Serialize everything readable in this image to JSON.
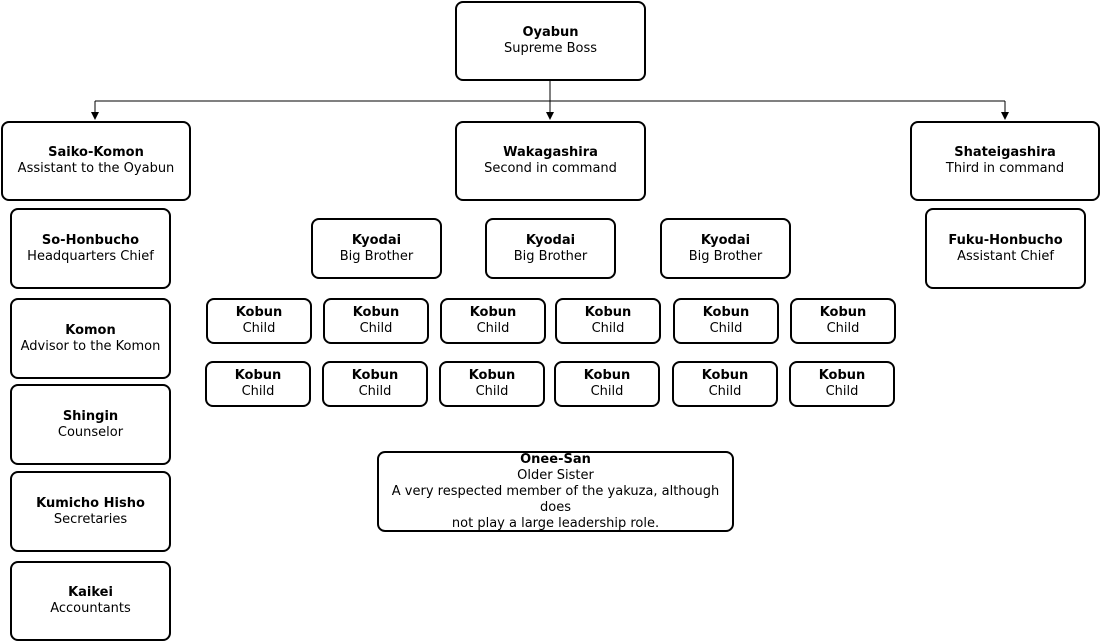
{
  "top": {
    "title": "Oyabun",
    "subtitle": "Supreme Boss"
  },
  "saiko": {
    "title": "Saiko-Komon",
    "subtitle": "Assistant to the Oyabun"
  },
  "waka": {
    "title": "Wakagashira",
    "subtitle": "Second in command"
  },
  "shatei": {
    "title": "Shateigashira",
    "subtitle": "Third in command"
  },
  "left_col": [
    {
      "title": "So-Honbucho",
      "subtitle": "Headquarters Chief"
    },
    {
      "title": "Komon",
      "subtitle": "Advisor to the Komon"
    },
    {
      "title": "Shingin",
      "subtitle": "Counselor"
    },
    {
      "title": "Kumicho Hisho",
      "subtitle": "Secretaries"
    },
    {
      "title": "Kaikei",
      "subtitle": "Accountants"
    }
  ],
  "fuku": {
    "title": "Fuku-Honbucho",
    "subtitle": "Assistant Chief"
  },
  "kyodai": [
    {
      "title": "Kyodai",
      "subtitle": "Big Brother"
    },
    {
      "title": "Kyodai",
      "subtitle": "Big Brother"
    },
    {
      "title": "Kyodai",
      "subtitle": "Big Brother"
    }
  ],
  "kobun_row1": [
    {
      "title": "Kobun",
      "subtitle": "Child"
    },
    {
      "title": "Kobun",
      "subtitle": "Child"
    },
    {
      "title": "Kobun",
      "subtitle": "Child"
    },
    {
      "title": "Kobun",
      "subtitle": "Child"
    },
    {
      "title": "Kobun",
      "subtitle": "Child"
    },
    {
      "title": "Kobun",
      "subtitle": "Child"
    }
  ],
  "kobun_row2": [
    {
      "title": "Kobun",
      "subtitle": "Child"
    },
    {
      "title": "Kobun",
      "subtitle": "Child"
    },
    {
      "title": "Kobun",
      "subtitle": "Child"
    },
    {
      "title": "Kobun",
      "subtitle": "Child"
    },
    {
      "title": "Kobun",
      "subtitle": "Child"
    },
    {
      "title": "Kobun",
      "subtitle": "Child"
    }
  ],
  "onee": {
    "title": "Onee-San",
    "subtitle": "Older Sister",
    "note_line1": "A very respected member of the yakuza, although does",
    "note_line2": "not play a large leadership role."
  }
}
